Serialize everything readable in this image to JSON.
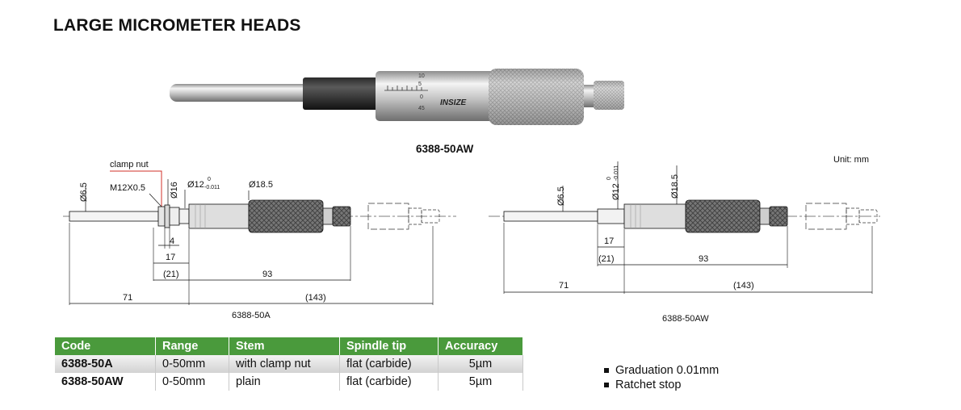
{
  "title": "LARGE MICROMETER HEADS",
  "photo": {
    "caption": "6388-50AW",
    "brand": "INSIZE",
    "scale": [
      "10",
      "5",
      "0",
      "45"
    ]
  },
  "unit": "Unit: mm",
  "drawing_a": {
    "caption": "6388-50A",
    "labels": {
      "clamp_nut": "clamp nut",
      "thread": "M12X0.5",
      "d_spindle": "Ø6.5",
      "d_16": "Ø16",
      "d_12": "Ø12",
      "tol_upper": "0",
      "tol_lower": "-0.011",
      "d_thimble": "Ø18.5",
      "dim_4": "4",
      "dim_17": "17",
      "dim_21": "(21)",
      "dim_93": "93",
      "dim_71": "71",
      "dim_143": "(143)"
    }
  },
  "drawing_b": {
    "caption": "6388-50AW",
    "labels": {
      "d_spindle": "Ø6.5",
      "d_12": "Ø12",
      "tol_upper": "0",
      "tol_lower": "-0.011",
      "d_thimble": "Ø18.5",
      "dim_17": "17",
      "dim_21": "(21)",
      "dim_93": "93",
      "dim_71": "71",
      "dim_143": "(143)"
    }
  },
  "table": {
    "headers": [
      "Code",
      "Range",
      "Stem",
      "Spindle tip",
      "Accuracy"
    ],
    "rows": [
      [
        "6388-50A",
        "0-50mm",
        "with clamp nut",
        "flat (carbide)",
        "5µm"
      ],
      [
        "6388-50AW",
        "0-50mm",
        "plain",
        "flat (carbide)",
        "5µm"
      ]
    ]
  },
  "features": [
    "Graduation 0.01mm",
    "Ratchet stop"
  ],
  "colors": {
    "table_header": "#4a9a3c",
    "clamp_leader": "#d0302a"
  }
}
